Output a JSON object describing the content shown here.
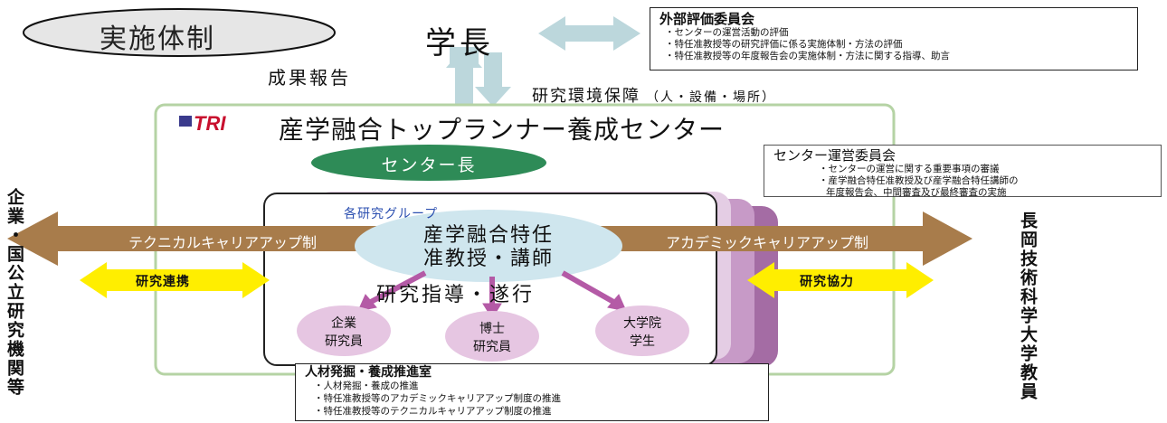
{
  "system_label": "実施体制",
  "president": "学長",
  "results_report": "成果報告",
  "env_support": "研究環境保障",
  "env_support_detail": "（人・設備・場所）",
  "external_committee": {
    "title": "外部評価委員会",
    "items": [
      "・センターの運営活動の評価",
      "・特任准教授等の研究評価に係る実施体制・方法の評価",
      "・特任准教授等の年度報告会の実施体制・方法に関する指導、助言"
    ]
  },
  "center": {
    "logo_text": "TRI",
    "name": "産学融合トップランナー養成センター",
    "director": "センター長"
  },
  "steering_committee": {
    "title": "センター運営委員会",
    "items": [
      "・センターの運営に関する重要事項の審議",
      "・産学融合特任准教授及び産学融合特任講師の",
      "年度報告会、中間審査及び最終審査の実施"
    ]
  },
  "research_groups": "各研究グループ",
  "faculty": {
    "line1": "産学融合特任",
    "line2": "准教授・講師"
  },
  "guidance": "研究指導・遂行",
  "members": [
    {
      "line1": "企業",
      "line2": "研究員"
    },
    {
      "line1": "博士",
      "line2": "研究員"
    },
    {
      "line1": "大学院",
      "line2": "学生"
    }
  ],
  "left_entity": "企業・国公立研究機関等",
  "right_entity": "長岡技術科学大学教員",
  "technical_career": "テクニカルキャリアアップ制",
  "academic_career": "アカデミックキャリアアップ制",
  "collab_left": "研究連携",
  "collab_right": "研究協力",
  "talent_office": {
    "title": "人材発掘・養成推進室",
    "items": [
      "・人材発掘・養成の推進",
      "・特任准教授等のアカデミックキャリアアップ制度の推進",
      "・特任准教授等のテクニカルキャリアアップ制度の推進"
    ]
  },
  "colors": {
    "center_border": "#b5d3a4",
    "director_fill": "#2e8b57",
    "faculty_fill": "#cfe6ee",
    "member_fill": "#e6c6e2",
    "stack_purple": "#a46ca4",
    "brown_arrow": "#a87c4b",
    "yellow_arrow": "#ffee00",
    "blue_arrow": "#bcd7dc",
    "purple_arrow": "#b45aa6"
  }
}
